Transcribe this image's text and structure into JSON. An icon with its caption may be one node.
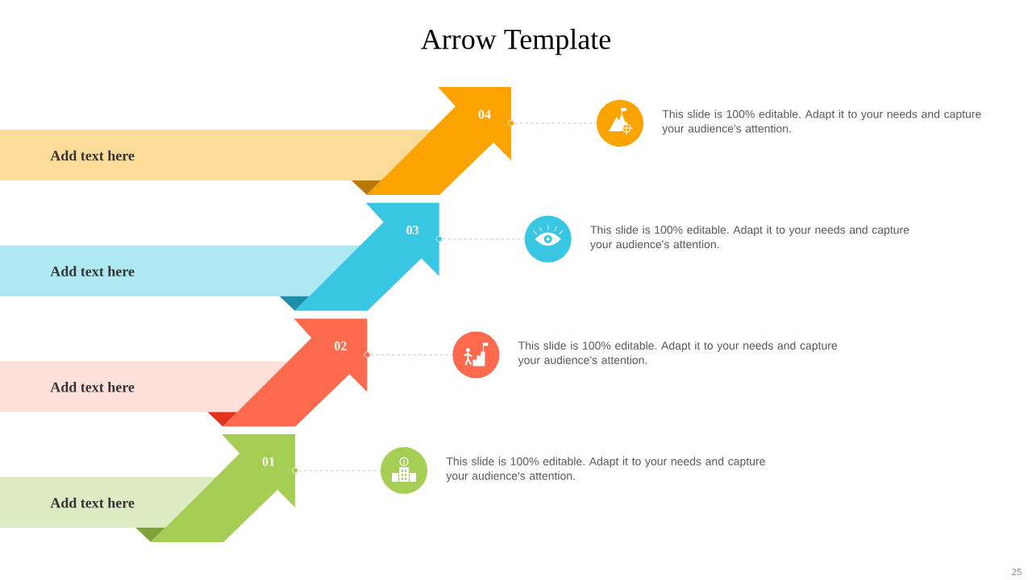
{
  "diagram": {
    "title": "Arrow Template",
    "nodes": [
      {
        "text": [
          "Add text here"
        ]
      },
      {
        "text": [
          "04"
        ]
      },
      {
        "text": [],
        "shape": "circle",
        "beside": [
          "This slide is 100% editable. Adapt it to your needs and capture your audience's attention."
        ]
      },
      {
        "text": [
          "Add text here"
        ]
      },
      {
        "text": [
          "03"
        ]
      },
      {
        "text": [],
        "shape": "circle",
        "beside": [
          "This slide is 100% editable. Adapt it to your needs and capture your audience's attention."
        ]
      },
      {
        "text": [
          "Add text here"
        ]
      },
      {
        "text": [
          "02"
        ]
      },
      {
        "text": [],
        "shape": "circle",
        "beside": [
          "This slide is 100% editable. Adapt it to your needs and capture your audience's attention."
        ]
      },
      {
        "text": [
          "Add text here"
        ]
      },
      {
        "text": [
          "01"
        ]
      },
      {
        "text": [],
        "shape": "circle",
        "beside": [
          "This slide is 100% editable. Adapt it to your needs and capture your audience's attention."
        ]
      }
    ],
    "edges": [
      {
        "from": 1,
        "to": 2,
        "arrow": "none",
        "style": "dashed"
      },
      {
        "from": 4,
        "to": 5,
        "arrow": "none",
        "style": "dashed"
      },
      {
        "from": 7,
        "to": 8,
        "arrow": "none",
        "style": "dashed"
      },
      {
        "from": 10,
        "to": 11,
        "arrow": "none",
        "style": "dashed"
      }
    ],
    "labels": [
      "25"
    ]
  }
}
